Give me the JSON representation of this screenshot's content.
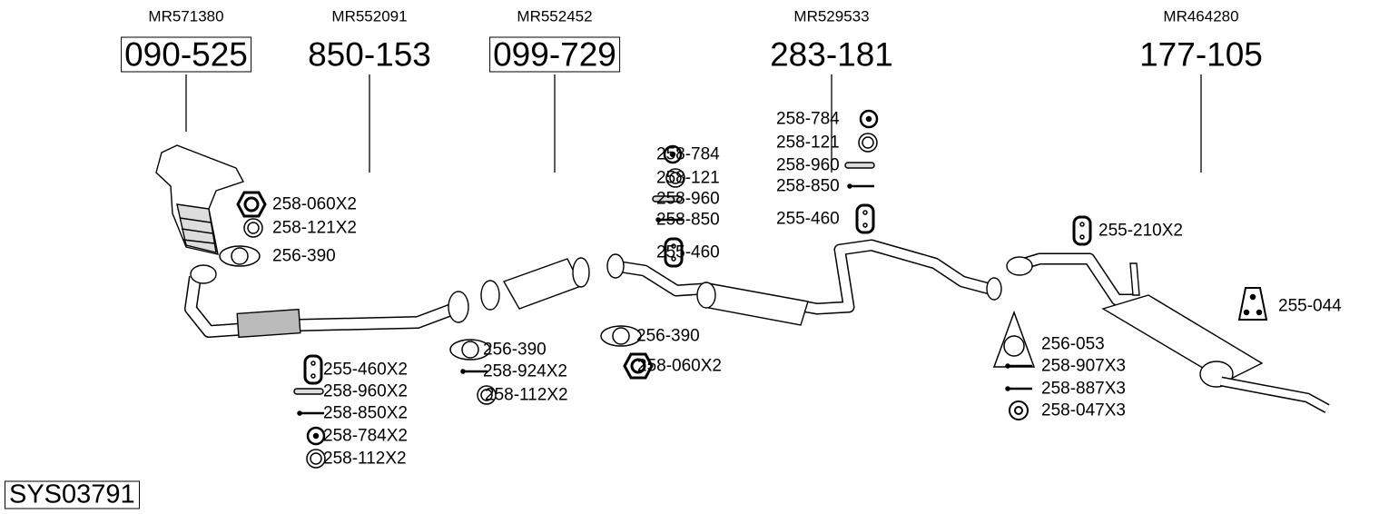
{
  "diagram_title": "SYS03791",
  "groups": [
    {
      "oem": "MR571380",
      "part": "090-525",
      "boxed": true
    },
    {
      "oem": "MR552091",
      "part": "850-153",
      "boxed": false
    },
    {
      "oem": "MR552452",
      "part": "099-729",
      "boxed": true
    },
    {
      "oem": "MR529533",
      "part": "283-181",
      "boxed": false
    },
    {
      "oem": "MR464280",
      "part": "177-105",
      "boxed": false
    }
  ],
  "fittings": [
    {
      "label": "258-060X2",
      "icon": "hex-nut-icon"
    },
    {
      "label": "258-121X2",
      "icon": "ring-icon"
    },
    {
      "label": "256-390",
      "icon": "gasket-icon"
    },
    {
      "label": "255-460X2",
      "icon": "rubber-hanger-icon"
    },
    {
      "label": "258-960X2",
      "icon": "sleeve-icon"
    },
    {
      "label": "258-850X2",
      "icon": "bolt-icon"
    },
    {
      "label": "258-784X2",
      "icon": "washer-icon"
    },
    {
      "label": "258-112X2",
      "icon": "ring-icon"
    },
    {
      "label": "256-390",
      "icon": "gasket-icon"
    },
    {
      "label": "258-924X2",
      "icon": "bolt-icon"
    },
    {
      "label": "258-112X2",
      "icon": "ring-icon"
    },
    {
      "label": "258-784",
      "icon": "washer-icon"
    },
    {
      "label": "258-121",
      "icon": "ring-icon"
    },
    {
      "label": "258-960",
      "icon": "sleeve-icon"
    },
    {
      "label": "258-850",
      "icon": "bolt-icon"
    },
    {
      "label": "255-460",
      "icon": "rubber-hanger-icon"
    },
    {
      "label": "256-390",
      "icon": "gasket-icon"
    },
    {
      "label": "258-060X2",
      "icon": "hex-nut-icon"
    },
    {
      "label": "258-784",
      "icon": "washer-icon"
    },
    {
      "label": "258-121",
      "icon": "ring-icon"
    },
    {
      "label": "258-960",
      "icon": "sleeve-icon"
    },
    {
      "label": "258-850",
      "icon": "bolt-icon"
    },
    {
      "label": "255-460",
      "icon": "rubber-hanger-icon"
    },
    {
      "label": "255-210X2",
      "icon": "rubber-hanger-icon"
    },
    {
      "label": "255-044",
      "icon": "rubber-mount-icon"
    },
    {
      "label": "256-053",
      "icon": "gasket-icon"
    },
    {
      "label": "258-907X3",
      "icon": "bolt-icon"
    },
    {
      "label": "258-887X3",
      "icon": "bolt-icon"
    },
    {
      "label": "258-047X3",
      "icon": "flange-nut-icon"
    }
  ]
}
